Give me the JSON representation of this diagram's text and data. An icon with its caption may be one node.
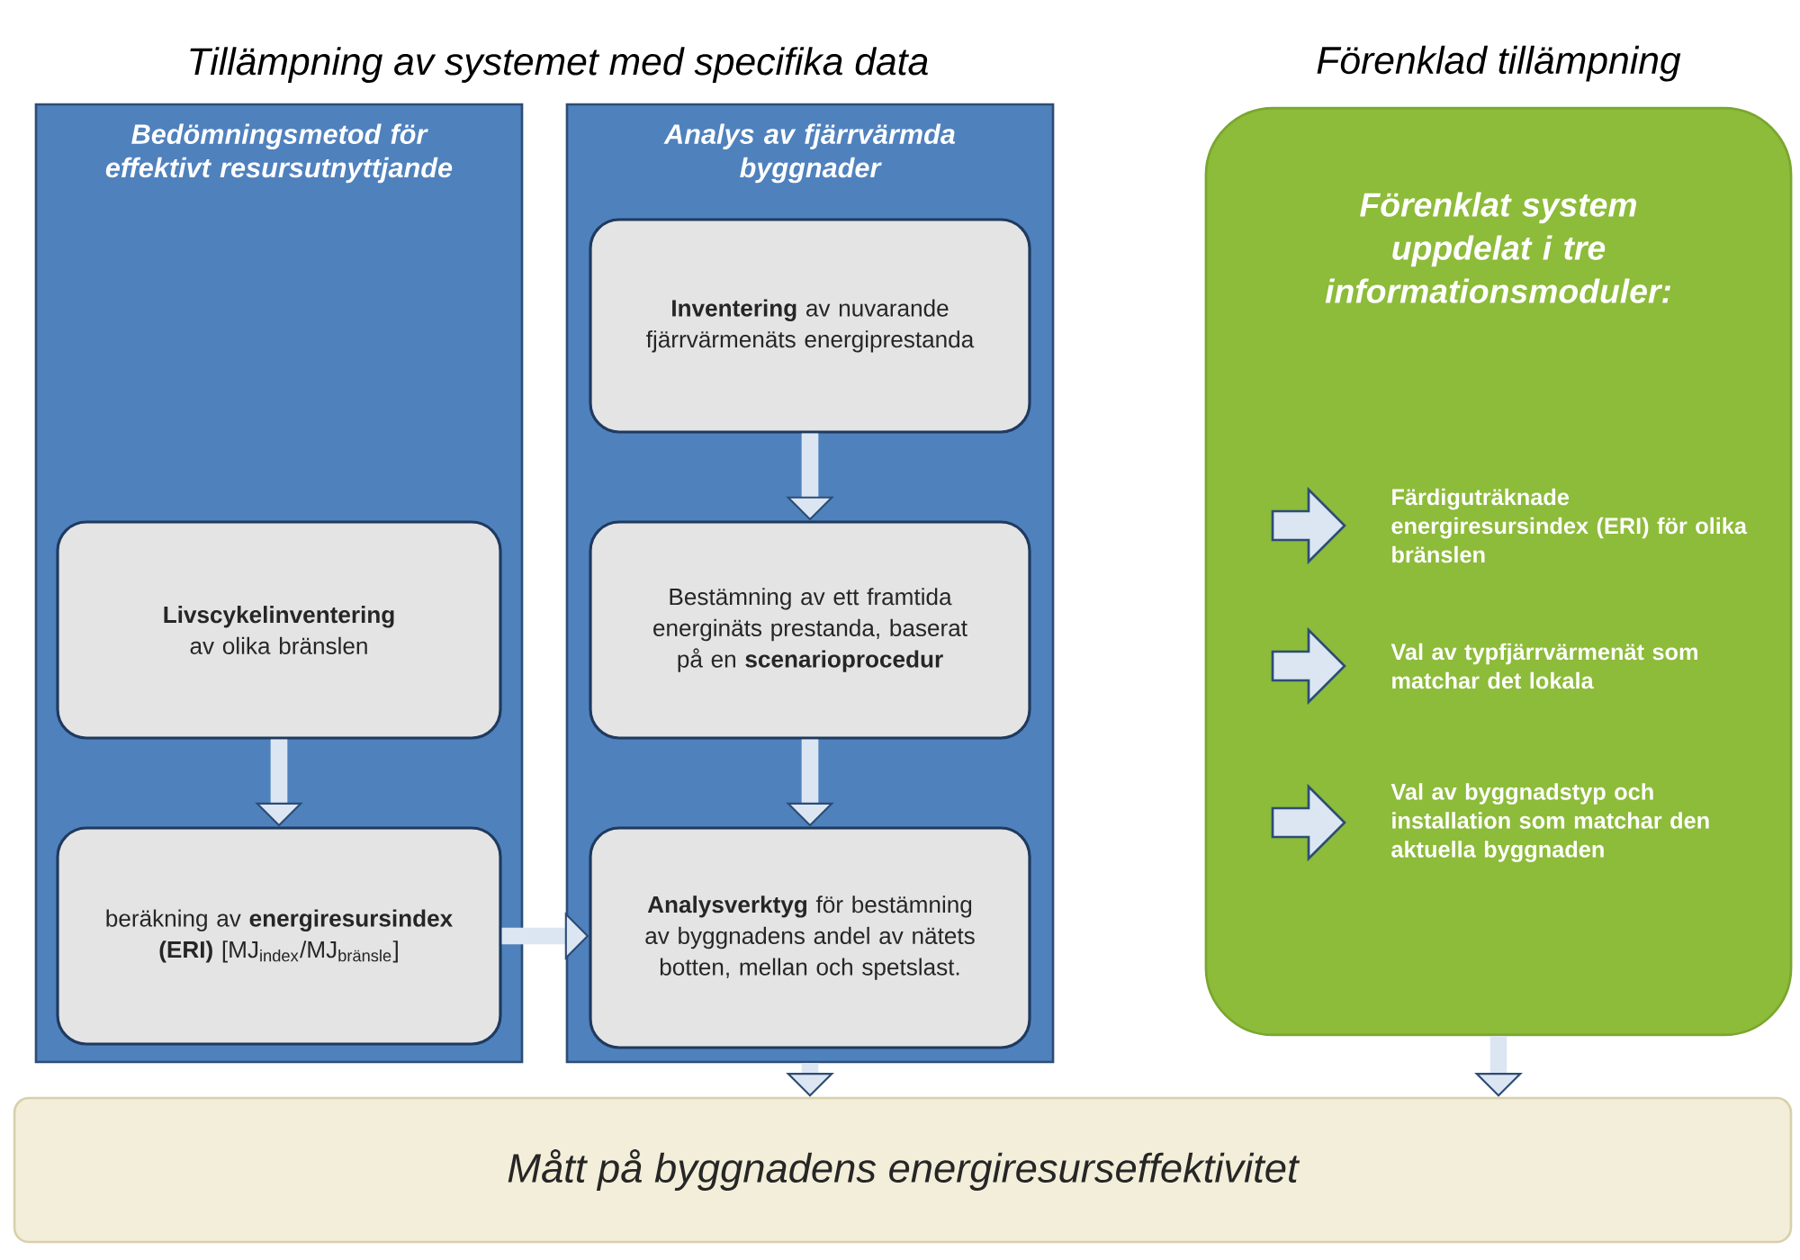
{
  "diagram": {
    "nodes": [
      {
        "text": [
          "Bedömningsmetod för effektivt resursutnyttjande"
        ]
      },
      {
        "text": [
          "**Livscykelinventering** av olika bränslen"
        ],
        "in": 0
      },
      {
        "text": [
          "beräkning av **energiresursindex (ERI)** [MJ$_{index}$/MJ$_{bränsle}$]"
        ],
        "in": 0
      },
      {
        "text": [
          "Analys av fjärrvärmda byggnader"
        ]
      },
      {
        "text": [
          "**Inventering** av nuvarande fjärrvärmenäts energiprestanda"
        ],
        "in": 3
      },
      {
        "text": [
          "Bestämning av ett framtida energinäts prestanda, baserat på en **scenarioprocedur**"
        ],
        "in": 3
      },
      {
        "text": [
          "**Analysverktyg** för bestämning av byggnadens andel av nätets botten, mellan och spetslast."
        ],
        "in": 3
      },
      {
        "text": [
          "Förenklat system uppdelat i tre informationsmoduler:",
          "Färdiguträknade energiresursindex (ERI) för olika bränslen",
          "Val av typfjärrvärmenät som matchar det lokala",
          "Val av byggnadstyp och installation som matchar den aktuella byggnaden"
        ],
        "beside": [
          "Förenklad tillämpning"
        ]
      },
      {
        "text": [
          "Mått på byggnadens energiresurseffektivitet"
        ]
      }
    ],
    "edges": [
      {
        "from": 1,
        "to": 2,
        "arrow": "to"
      },
      {
        "from": 4,
        "to": 5,
        "arrow": "to"
      },
      {
        "from": 5,
        "to": 6,
        "arrow": "to"
      },
      {
        "from": 2,
        "to": 6,
        "arrow": "to"
      },
      {
        "from": 3,
        "to": 8,
        "arrow": "to"
      },
      {
        "from": 7,
        "to": 8,
        "arrow": "to"
      }
    ],
    "labels": [
      "Tillämpning av systemet med specifika data"
    ]
  }
}
